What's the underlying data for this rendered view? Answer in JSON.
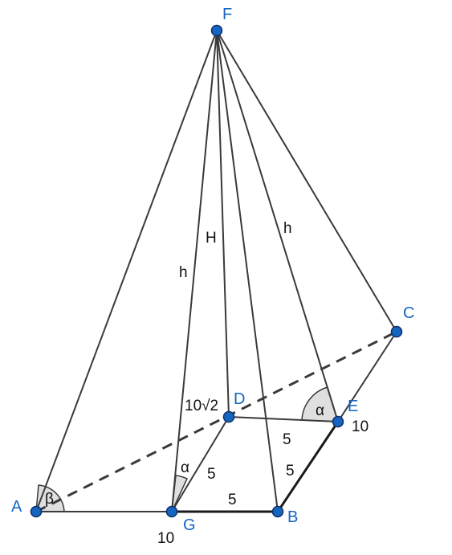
{
  "points": {
    "A": "A",
    "B": "B",
    "C": "C",
    "D": "D",
    "E": "E",
    "F": "F",
    "G": "G"
  },
  "labels": {
    "h_left": "h",
    "h_right": "h",
    "H": "H",
    "diag": "10√2",
    "len_ge": "5",
    "len_gb": "5",
    "len_de": "5",
    "len_eb": "5",
    "ten_e": "10",
    "ten_g": "10",
    "alpha_g": "α",
    "alpha_e": "α",
    "beta_a": "β"
  },
  "colors": {
    "point": "#1565c0",
    "edge": "#3a3a3a",
    "angle_fill": "#d9d9d9"
  }
}
